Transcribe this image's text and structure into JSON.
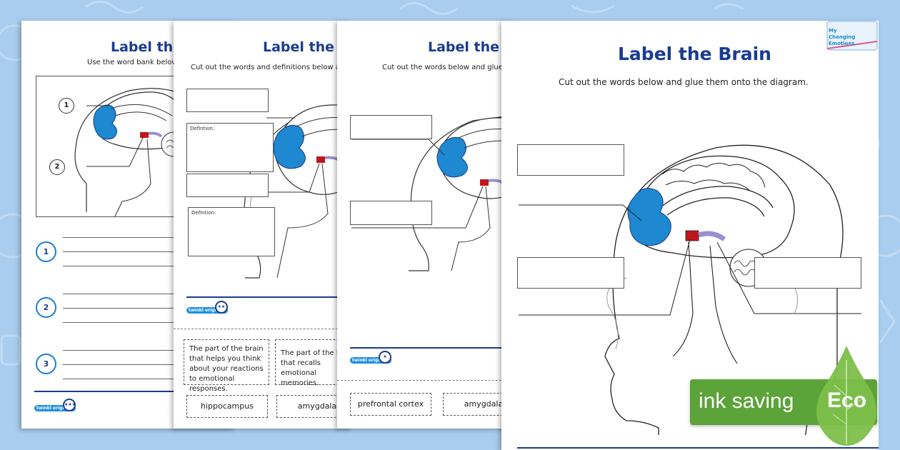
{
  "sheets": [
    {
      "title": "Label the Brain",
      "subtitle": "Use the word bank below to label the diagram.",
      "numbers": [
        "1",
        "2",
        "3"
      ],
      "logo": "twinkl originals"
    },
    {
      "title": "Label the Brain",
      "subtitle": "Cut out the words and definitions below and glue them onto the diagram.",
      "definition_label": "Defintion:",
      "definitions": [
        "The part of the brain that helps you think about your reactions to emotional responses.",
        "The part of the brain that recalls emotional memories."
      ],
      "words": [
        "hippocampus",
        "amygdala"
      ],
      "logo": "twinkl originals"
    },
    {
      "title": "Label the Brain",
      "subtitle": "Cut out the words below and glue them onto the diagram.",
      "words": [
        "prefrontal cortex",
        "amygdala"
      ],
      "logo": "twinkl originals"
    },
    {
      "title": "Label the Brain",
      "subtitle": "Cut out the words below and glue them onto the diagram."
    }
  ],
  "series_logo": "My Changing Emotions",
  "badge": {
    "text": "ink saving",
    "eco": "Eco"
  },
  "colors": {
    "title": "#1a3c8f",
    "cortex": "#1e88d0",
    "amygdala": "#c0161b",
    "hippocampus": "#9b8fd0",
    "eco_green": "#5ca33a",
    "background": "#a9cdee"
  }
}
